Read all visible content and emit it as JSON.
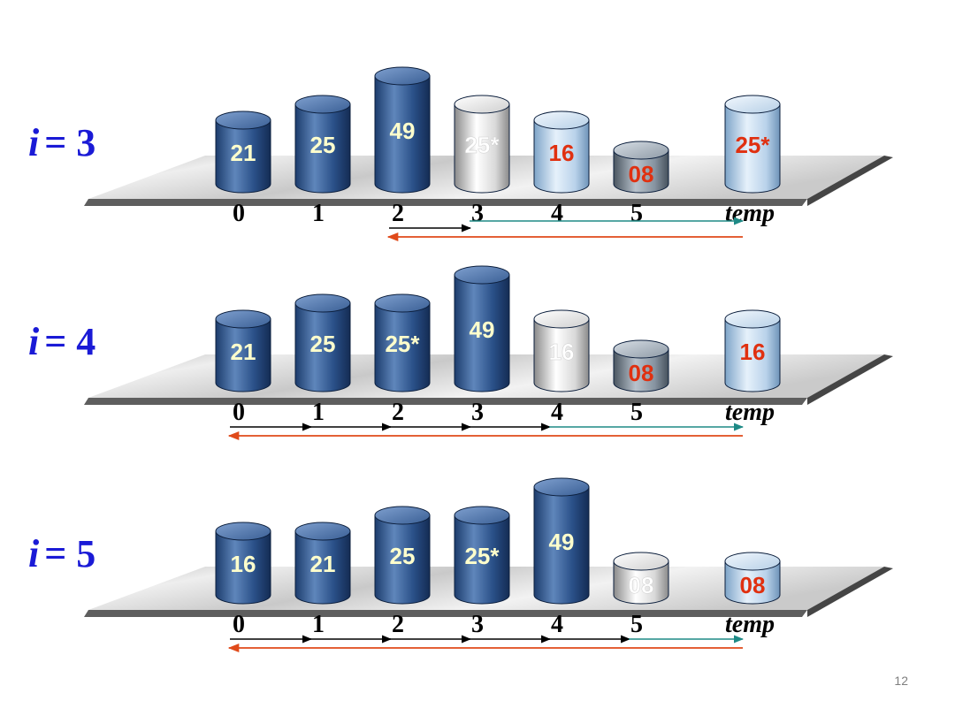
{
  "slide_number": "12",
  "index_labels": [
    "0",
    "1",
    "2",
    "3",
    "4",
    "5"
  ],
  "temp_label": "temp",
  "passes": [
    {
      "label_var": "i",
      "label_eq": "= 3",
      "cylinders": [
        {
          "value": "21",
          "style": "blue",
          "height": 3
        },
        {
          "value": "25",
          "style": "blue",
          "height": 4
        },
        {
          "value": "49",
          "style": "blue",
          "height": 5
        },
        {
          "value": "25*",
          "style": "white",
          "height": 4
        },
        {
          "value": "16",
          "style": "light",
          "height": 3
        },
        {
          "value": "08",
          "style": "gray",
          "height": 1
        }
      ],
      "temp": {
        "value": "25*",
        "style": "light",
        "height": 4
      },
      "arrows_black": [
        [
          2,
          3
        ]
      ],
      "arrow_teal": [
        3,
        6
      ],
      "arrow_red": [
        6,
        2
      ]
    },
    {
      "label_var": "i",
      "label_eq": "= 4",
      "cylinders": [
        {
          "value": "21",
          "style": "blue",
          "height": 3
        },
        {
          "value": "25",
          "style": "blue",
          "height": 4
        },
        {
          "value": "25*",
          "style": "blue",
          "height": 4
        },
        {
          "value": "49",
          "style": "blue",
          "height": 5
        },
        {
          "value": "16",
          "style": "white",
          "height": 3
        },
        {
          "value": "08",
          "style": "gray",
          "height": 1
        }
      ],
      "temp": {
        "value": "16",
        "style": "light",
        "height": 3
      },
      "arrows_black": [
        [
          0,
          1
        ],
        [
          1,
          2
        ],
        [
          2,
          3
        ],
        [
          3,
          4
        ]
      ],
      "arrow_teal": [
        4,
        6
      ],
      "arrow_red": [
        6,
        0
      ]
    },
    {
      "label_var": "i",
      "label_eq": "= 5",
      "cylinders": [
        {
          "value": "16",
          "style": "blue",
          "height": 3
        },
        {
          "value": "21",
          "style": "blue",
          "height": 3
        },
        {
          "value": "25",
          "style": "blue",
          "height": 4
        },
        {
          "value": "25*",
          "style": "blue",
          "height": 4
        },
        {
          "value": "49",
          "style": "blue",
          "height": 5
        },
        {
          "value": "08",
          "style": "white",
          "height": 1
        }
      ],
      "temp": {
        "value": "08",
        "style": "light",
        "height": 1
      },
      "arrows_black": [
        [
          0,
          1
        ],
        [
          1,
          2
        ],
        [
          2,
          3
        ],
        [
          3,
          4
        ],
        [
          4,
          5
        ]
      ],
      "arrow_teal": [
        5,
        6
      ],
      "arrow_red": [
        6,
        0
      ]
    }
  ],
  "colors": {
    "label_blue": "#1a1ad6",
    "value_yellow": "#ffffcc",
    "value_red": "#e03010",
    "value_white": "#ffffff",
    "arrow_black": "#000000",
    "arrow_teal": "#1e8a86",
    "arrow_red": "#e04a1a"
  }
}
